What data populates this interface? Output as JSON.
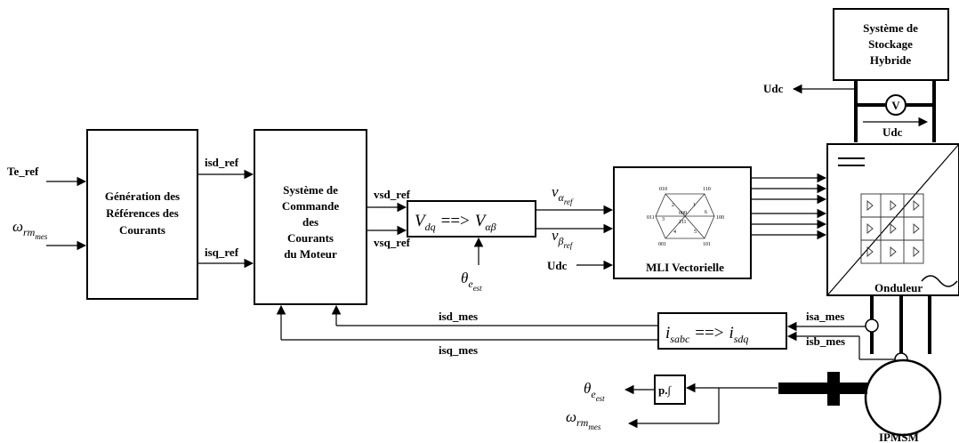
{
  "blocks": {
    "generation": [
      "Génération des",
      "Références des",
      "Courants"
    ],
    "commande": [
      "Système de",
      "Commande",
      "des",
      "Courants",
      "du Moteur"
    ],
    "transform_dq": {
      "base": "V",
      "sub_left": "dq",
      "arrow": "==>",
      "sub_right": "αβ"
    },
    "mli": "MLI Vectorielle",
    "stockage": [
      "Système de",
      "Stockage",
      "Hybride"
    ],
    "onduleur": "Onduleur",
    "transform_abc": {
      "base": "i",
      "sub_left": "sabc",
      "arrow": "==>",
      "sub_right": "sdq"
    },
    "integrator": "p.∫",
    "motor": "IPMSM",
    "voltmeter": "V"
  },
  "signals": {
    "te_ref": "Te_ref",
    "omega_in": {
      "base": "ω",
      "sub": "rm",
      "subsub": "mes"
    },
    "isd_ref": "isd_ref",
    "isq_ref": "isq_ref",
    "vsd_ref": "vsd_ref",
    "vsq_ref": "vsq_ref",
    "theta_in": {
      "base": "θ",
      "sub": "e",
      "subsub": "est"
    },
    "v_alpha": {
      "base": "v",
      "sub": "α",
      "subsub": "ref"
    },
    "v_beta": {
      "base": "v",
      "sub": "β",
      "subsub": "ref"
    },
    "udc_mli": "Udc",
    "udc_out": "Udc",
    "udc_dc": "Udc",
    "isd_mes": "isd_mes",
    "isq_mes": "isq_mes",
    "isa_mes": "isa_mes",
    "isb_mes": "isb_mes",
    "theta_out": {
      "base": "θ",
      "sub": "e",
      "subsub": "est"
    },
    "omega_out": {
      "base": "ω",
      "sub": "rm",
      "subsub": "mes"
    }
  },
  "hexagon": {
    "vectors": [
      "100",
      "110",
      "010",
      "011",
      "001",
      "101"
    ],
    "zero": [
      "000",
      "111"
    ],
    "sectors": [
      "1",
      "2",
      "3",
      "4",
      "5",
      "6"
    ]
  }
}
